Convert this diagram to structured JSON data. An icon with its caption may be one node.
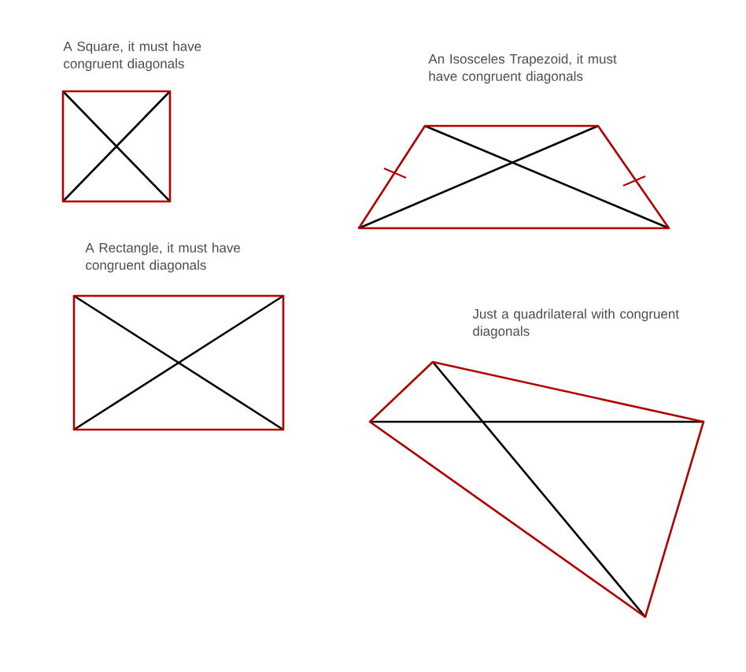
{
  "diagram": {
    "labels": [
      "A Square, it must have congruent diagonals",
      "An Isosceles Trapezoid, it must have congruent diagonals",
      "A Rectangle, it must have congruent diagonals",
      "Just a quadrilateral with congruent diagonals"
    ]
  }
}
